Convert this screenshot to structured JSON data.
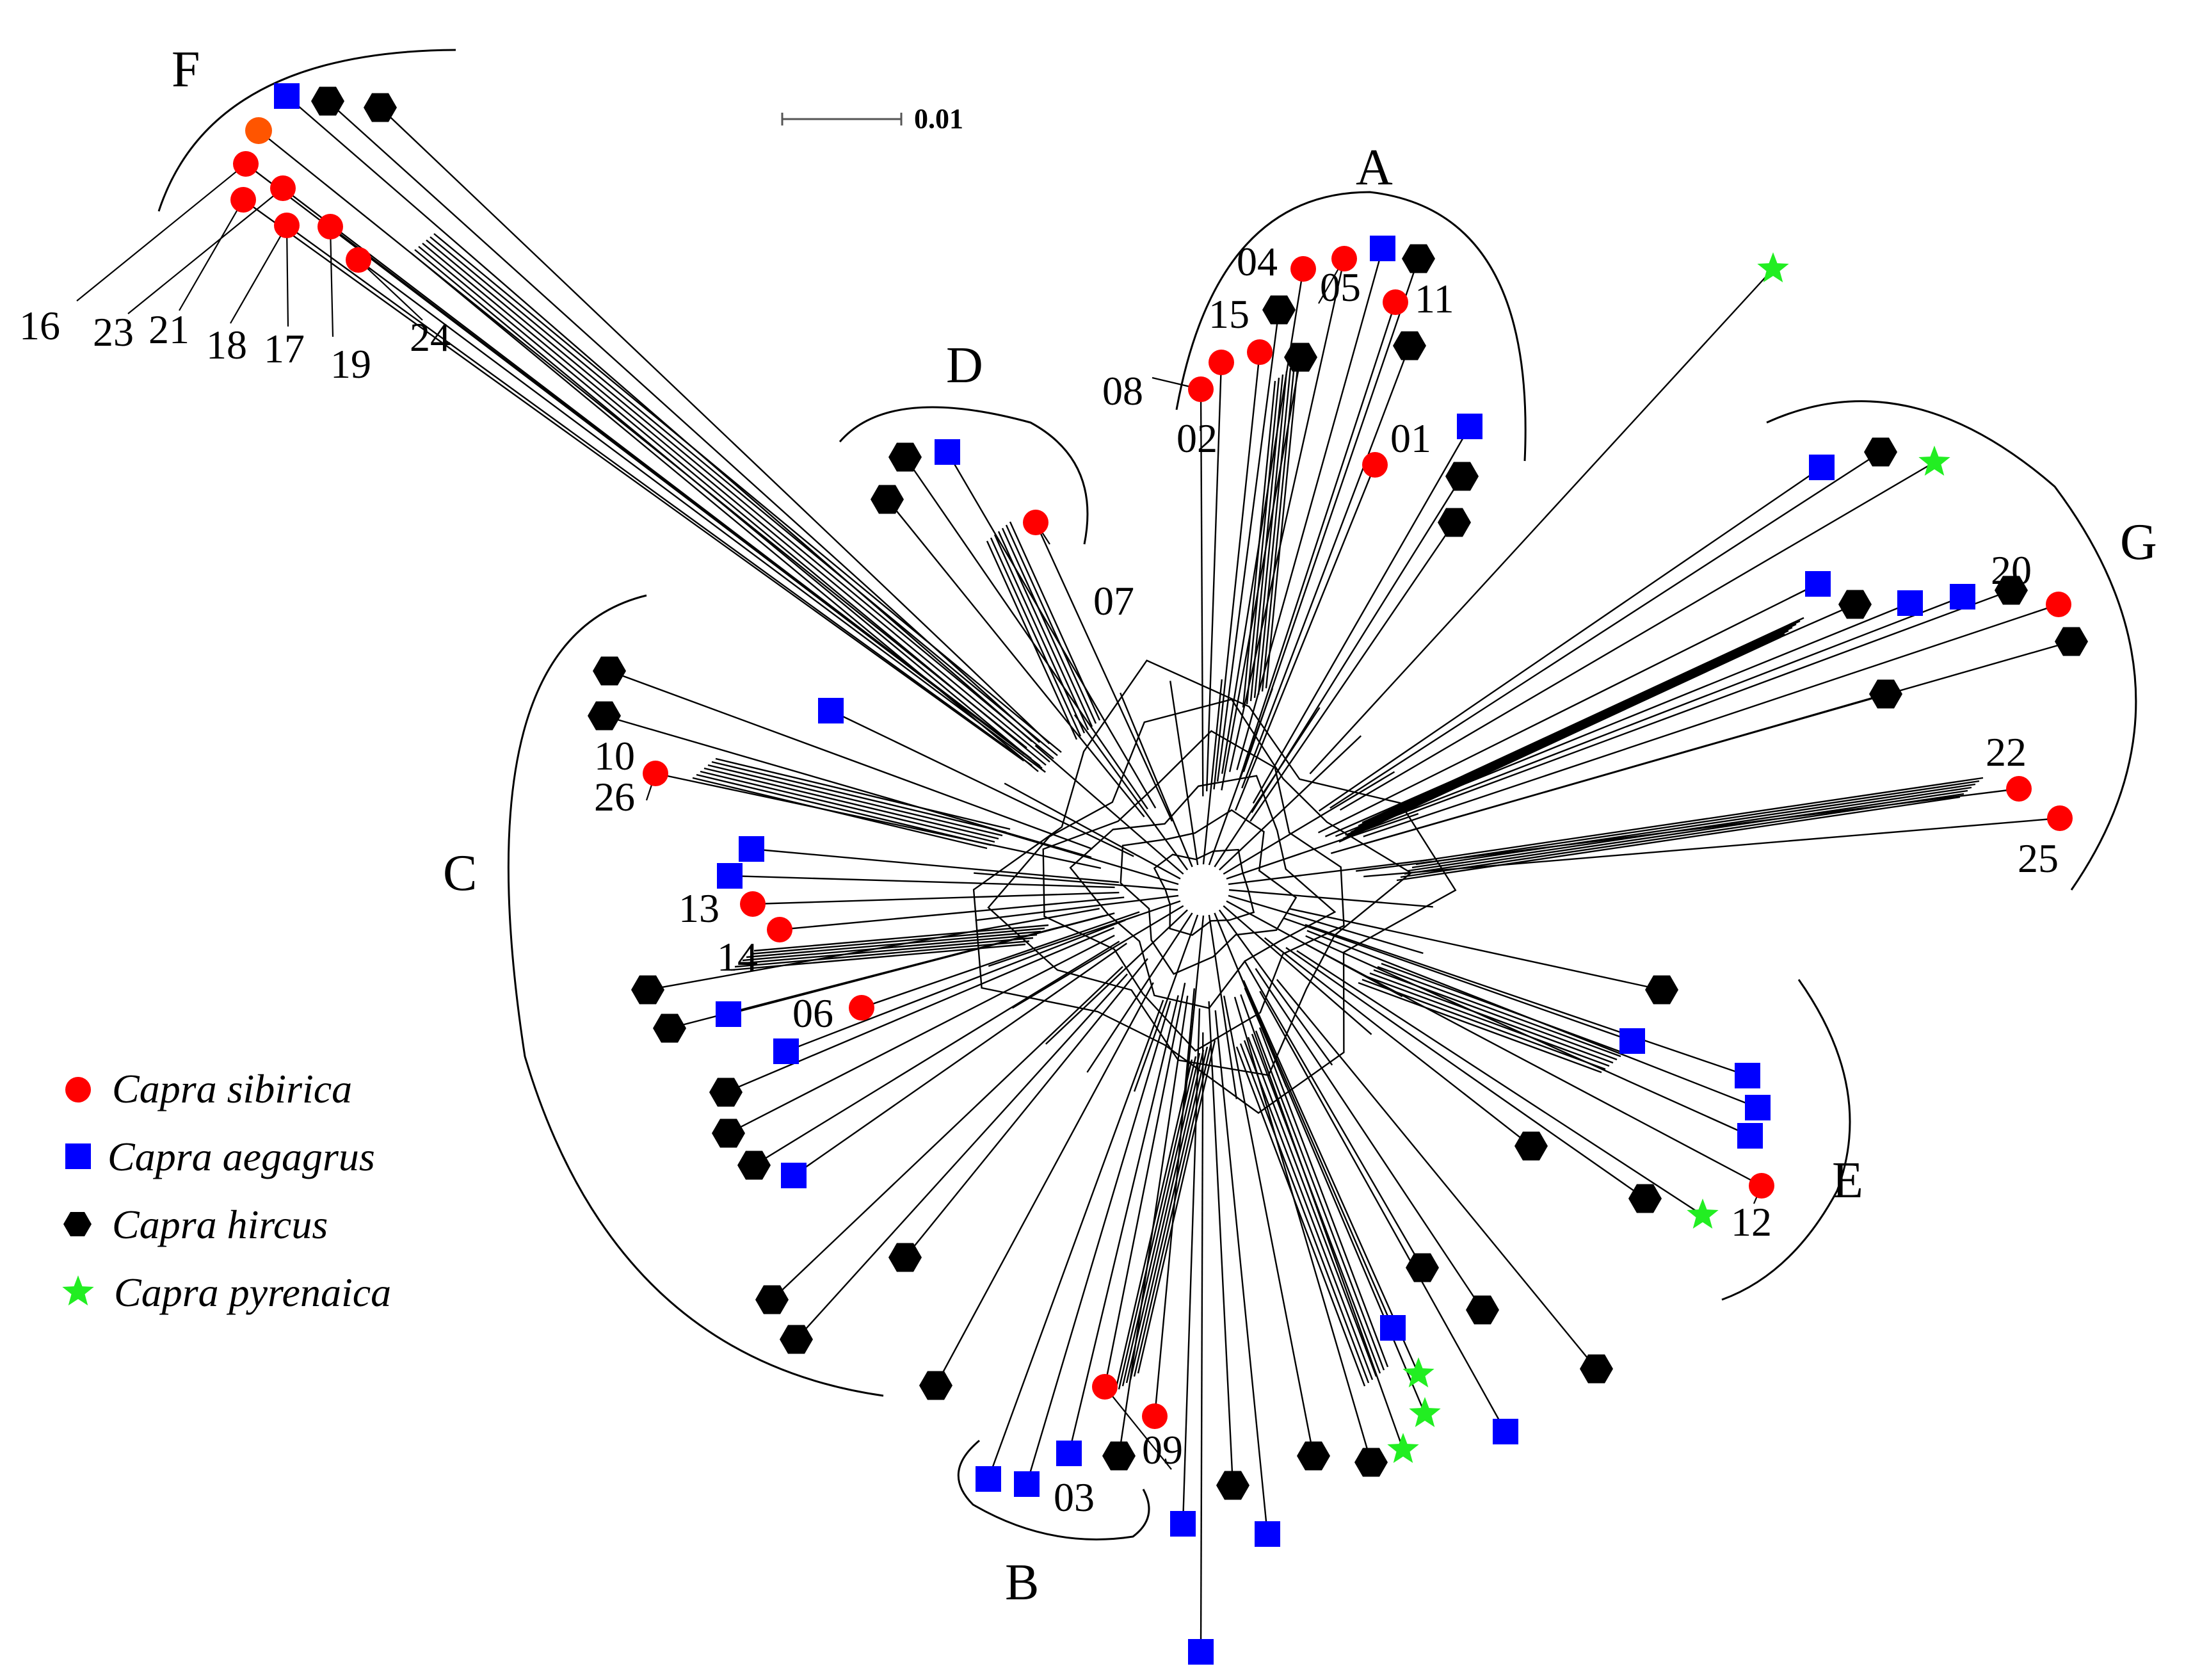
{
  "scale_bar": {
    "label": "0.01"
  },
  "clades": [
    {
      "id": "A",
      "label": "A"
    },
    {
      "id": "B",
      "label": "B"
    },
    {
      "id": "C",
      "label": "C"
    },
    {
      "id": "D",
      "label": "D"
    },
    {
      "id": "E",
      "label": "E"
    },
    {
      "id": "F",
      "label": "F"
    },
    {
      "id": "G",
      "label": "G"
    }
  ],
  "tip_labels": [
    "16",
    "23",
    "21",
    "18",
    "17",
    "19",
    "24",
    "04",
    "05",
    "11",
    "15",
    "08",
    "02",
    "01",
    "07",
    "10",
    "26",
    "13",
    "14",
    "06",
    "03",
    "09",
    "12",
    "20",
    "22",
    "25"
  ],
  "legend": [
    {
      "symbol": "circle",
      "color": "#ff0000",
      "label": "Capra sibirica"
    },
    {
      "symbol": "square",
      "color": "#0000ff",
      "label": "Capra aegagrus"
    },
    {
      "symbol": "hexagon",
      "color": "#000000",
      "label": "Capra hircus"
    },
    {
      "symbol": "star",
      "color": "#22ee22",
      "label": "Capra pyrenaica"
    }
  ],
  "colors": {
    "sibirica": "#ff0000",
    "aegagrus": "#0000ff",
    "hircus": "#000000",
    "pyrenaica": "#22ee22",
    "highlight": "#ff5500"
  }
}
